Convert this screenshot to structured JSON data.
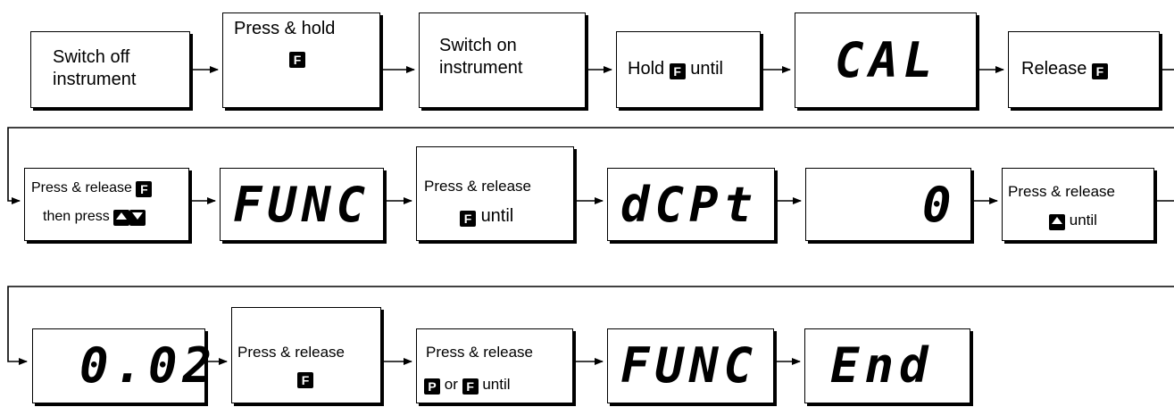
{
  "keys": {
    "function": "F",
    "program": "P"
  },
  "row1": {
    "step1": {
      "line1": "Switch off",
      "line2": "instrument"
    },
    "step2": {
      "line1": "Press & hold"
    },
    "step3": {
      "line1": "Switch on",
      "line2": "instrument"
    },
    "step4": {
      "pre": "Hold",
      "post": "until"
    },
    "display1": "CAL",
    "step5": {
      "pre": "Release"
    }
  },
  "row2": {
    "step1": {
      "line1": "Press & release",
      "line2": "then press"
    },
    "display1": "FUNC",
    "step2": {
      "line1": "Press & release",
      "post": "until"
    },
    "display2": "dCPt",
    "display3": "0",
    "step3": {
      "line1": "Press & release",
      "post": "until"
    }
  },
  "row3": {
    "display1": "0.02",
    "step1": {
      "line1": "Press & release"
    },
    "step2": {
      "line1": "Press & release",
      "mid": "or",
      "post": "until"
    },
    "display2": "FUNC",
    "display3": "End"
  }
}
